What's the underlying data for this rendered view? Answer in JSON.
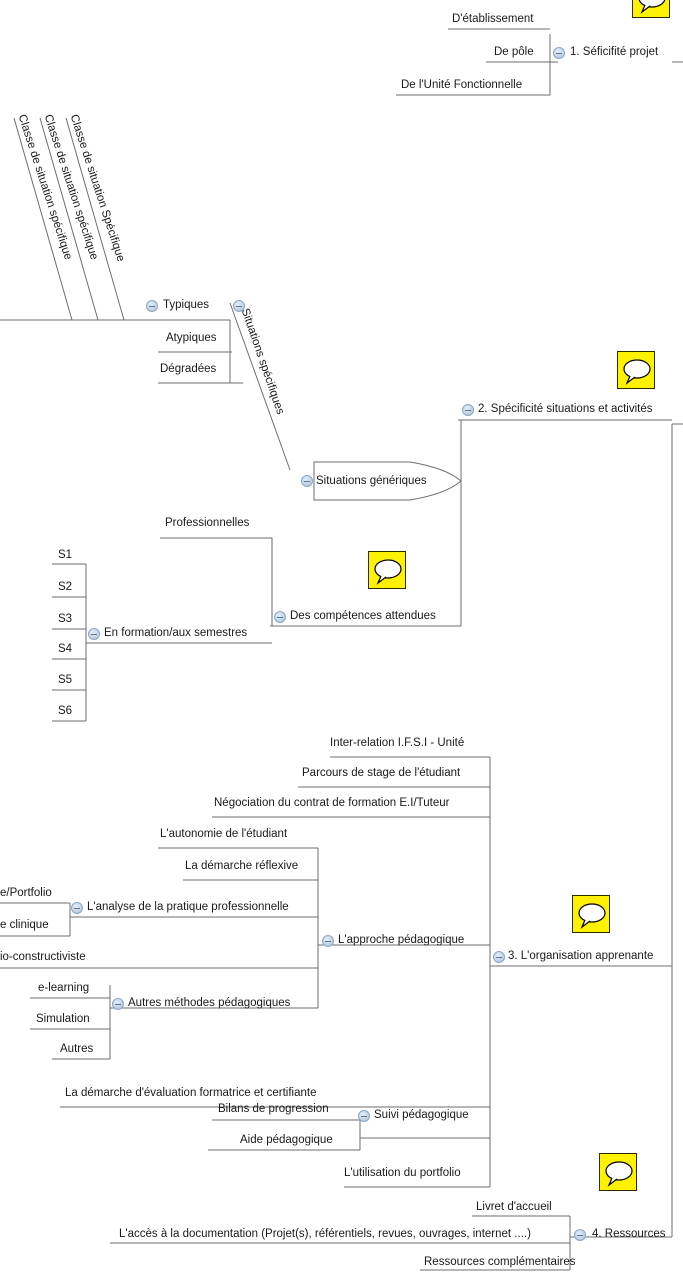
{
  "sec1": {
    "root": "1. Séficifité projet",
    "items": [
      "D'établissement",
      "De pôle",
      "De l'Unité Fonctionnelle"
    ]
  },
  "sec2": {
    "root": "2. Spécificité situations et activités",
    "generic": "Situations génériques",
    "specific": "Situations spécifiques",
    "typical": "Typiques",
    "atypical": "Atypiques",
    "degraded": "Dégradées",
    "classes": [
      "Classe de situation Spécifique",
      "Classe de situation spécifique",
      "Classe de situation spécifique"
    ],
    "competences": "Des compétences attendues",
    "pro": "Professionnelles",
    "formation": "En formation/aux semestres",
    "semesters": [
      "S1",
      "S2",
      "S3",
      "S4",
      "S5",
      "S6"
    ]
  },
  "sec3": {
    "root": "3. L'organisation apprenante",
    "top": [
      "Inter-relation I.F.S.I - Unité",
      "Parcours de stage de l'étudiant",
      "Négociation du contrat de formation E.I/Tuteur"
    ],
    "approach": "L'approche pédagogique",
    "autonomy": "L'autonomie de l'étudiant",
    "reflexive": "La démarche réflexive",
    "analysis": "L'analyse de la pratique professionnelle",
    "portfolio_cut": "e/Portfolio",
    "clinic_cut": "e clinique",
    "socio_cut": "io-constructiviste",
    "other_methods": "Autres méthodes pédagogiques",
    "methods": [
      "e-learning",
      "Simulation",
      "Autres"
    ],
    "evaluation": "La démarche d'évaluation formatrice et certifiante",
    "follow": "Suivi pédagogique",
    "bilans": "Bilans de progression",
    "aide": "Aide pédagogique",
    "portfolio_use": "L'utilisation du portfolio"
  },
  "sec4": {
    "root": "4. Ressources",
    "livret": "Livret d'accueil",
    "access": "L'accès à la documentation (Projet(s), référentiels, revues, ouvrages, internet ....)",
    "extra": "Ressources complémentaires"
  },
  "colors": {
    "line": "#6e6e6e",
    "note": "#fff200"
  }
}
